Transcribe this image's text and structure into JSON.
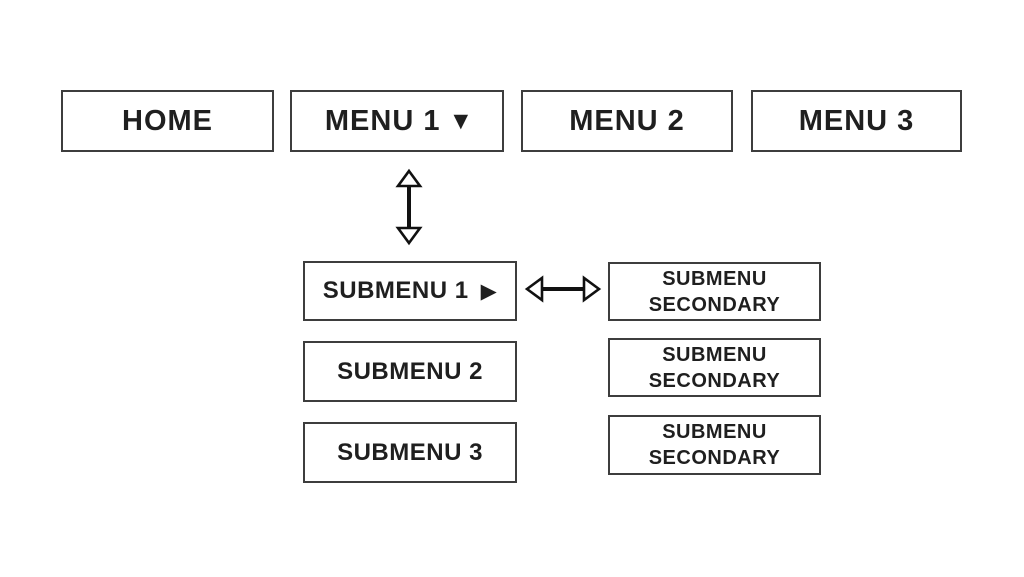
{
  "colors": {
    "background": "#ffffff",
    "box_fill": "#ffffff",
    "box_border": "#3d3d3d",
    "text": "#1f1f1f",
    "arrow": "#111111"
  },
  "top_menu": {
    "items": [
      {
        "label": "HOME"
      },
      {
        "label": "MENU 1"
      },
      {
        "label": "MENU 2"
      },
      {
        "label": "MENU 3"
      }
    ]
  },
  "submenu": {
    "items": [
      {
        "label": "SUBMENU 1"
      },
      {
        "label": "SUBMENU 2"
      },
      {
        "label": "SUBMENU 3"
      }
    ]
  },
  "secondary_menu": {
    "items": [
      {
        "line1": "SUBMENU",
        "line2": "SECONDARY"
      },
      {
        "line1": "SUBMENU",
        "line2": "SECONDARY"
      },
      {
        "line1": "SUBMENU",
        "line2": "SECONDARY"
      }
    ]
  },
  "icons": {
    "dropdown_caret": "▼",
    "flyout_caret": "▶",
    "vertical_connector": "double-headed-vertical-arrow",
    "horizontal_connector": "double-headed-horizontal-arrow"
  }
}
